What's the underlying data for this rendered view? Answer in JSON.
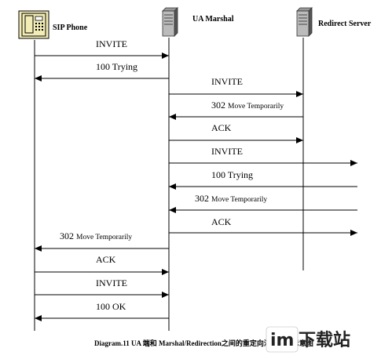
{
  "actors": {
    "sip_phone": "SIP Phone",
    "ua_marshal": "UA Marshal",
    "redirect_server": "Redirect Server"
  },
  "messages": [
    {
      "prefix": "INVITE",
      "suffix": ""
    },
    {
      "prefix": "100 Trying",
      "suffix": ""
    },
    {
      "prefix": "INVITE",
      "suffix": ""
    },
    {
      "prefix": "302",
      "suffix": "Move Temporarily"
    },
    {
      "prefix": "ACK",
      "suffix": ""
    },
    {
      "prefix": "INVITE",
      "suffix": ""
    },
    {
      "prefix": "100 Trying",
      "suffix": ""
    },
    {
      "prefix": "302",
      "suffix": "Move Temporarily"
    },
    {
      "prefix": "ACK",
      "suffix": ""
    },
    {
      "prefix": "302",
      "suffix": "Move Temporarily"
    },
    {
      "prefix": "ACK",
      "suffix": ""
    },
    {
      "prefix": "INVITE",
      "suffix": ""
    },
    {
      "prefix": "100 OK",
      "suffix": ""
    }
  ],
  "caption": "Diagram.11 UA 端和 Marshal/Redirection之间的重定向消息往复示意图",
  "watermark": {
    "left_part": "im",
    "right_part": "下载站"
  },
  "colors": {
    "line": "#000000",
    "phone_fill": "#f2ecb6",
    "server_dark": "#444444",
    "server_light": "#bbbbbb"
  }
}
